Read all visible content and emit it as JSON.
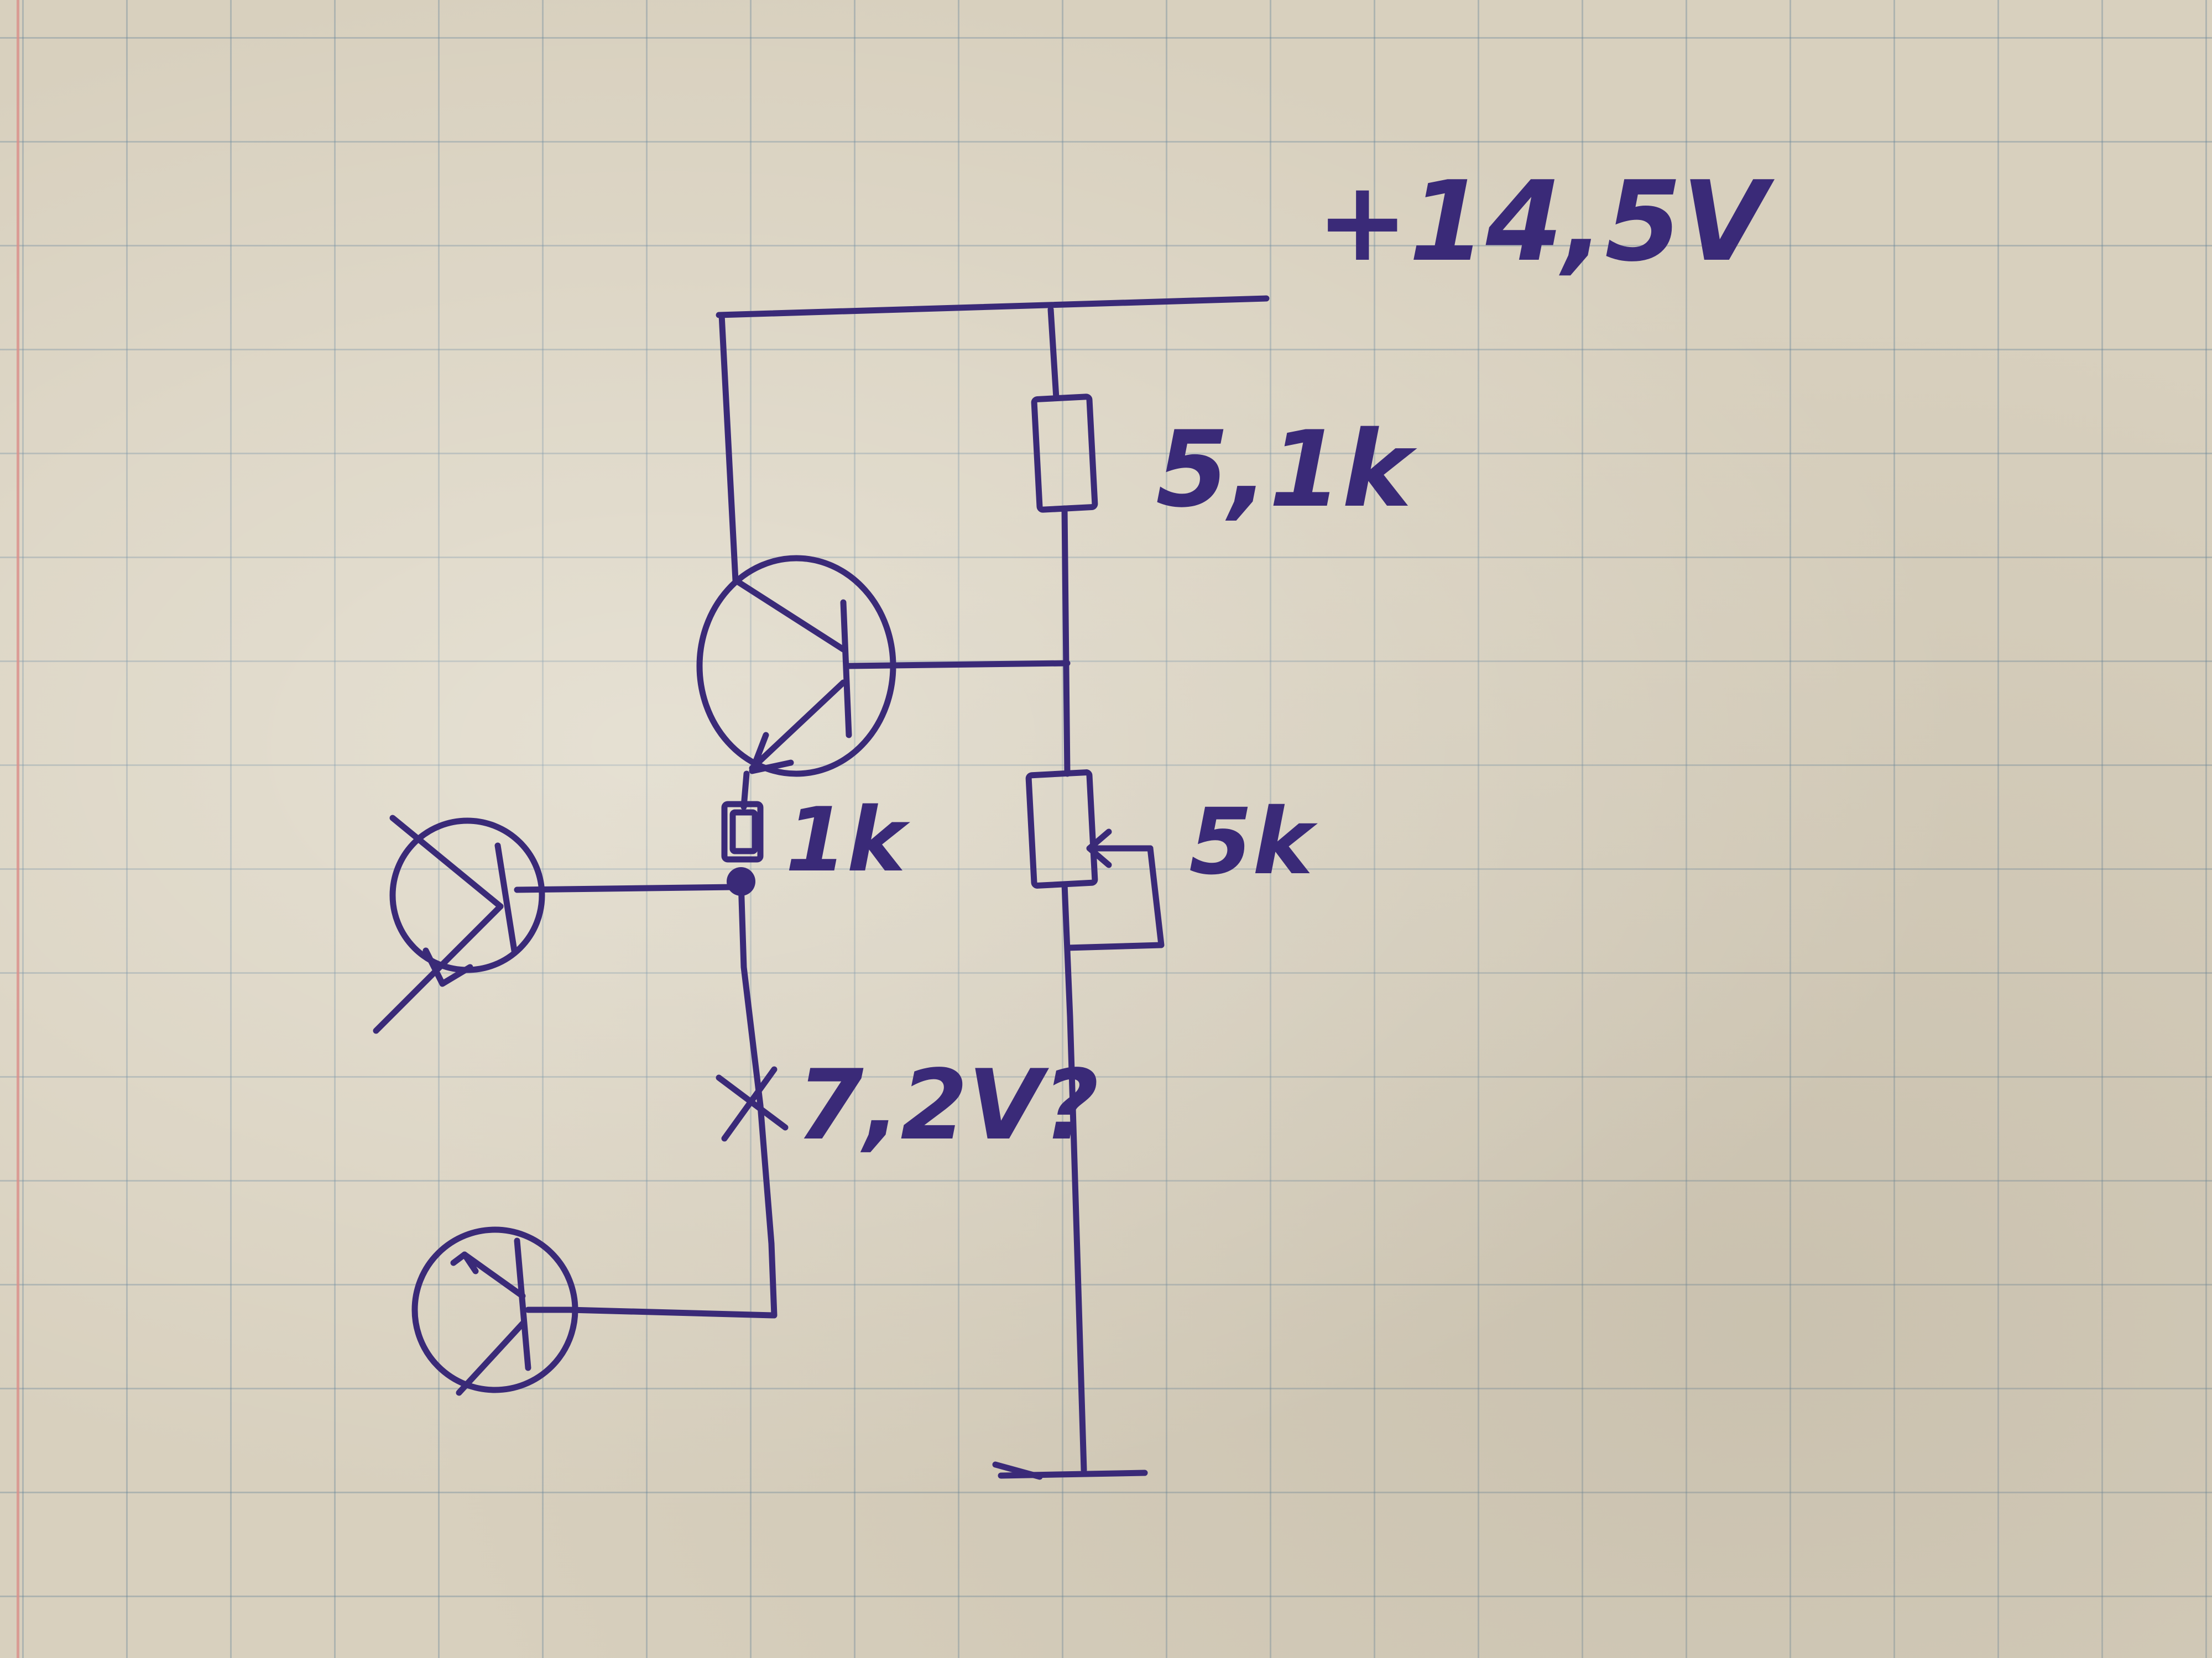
{
  "labels": {
    "supply": "+14,5V",
    "r_top": "5,1k",
    "r_emitter": "1k",
    "pot": "5k",
    "measured": "7,2V?"
  },
  "colors": {
    "ink": "#3a2a78",
    "paper": "#d8d0be",
    "grid": "#5a7d96",
    "margin": "#d98f8a"
  }
}
